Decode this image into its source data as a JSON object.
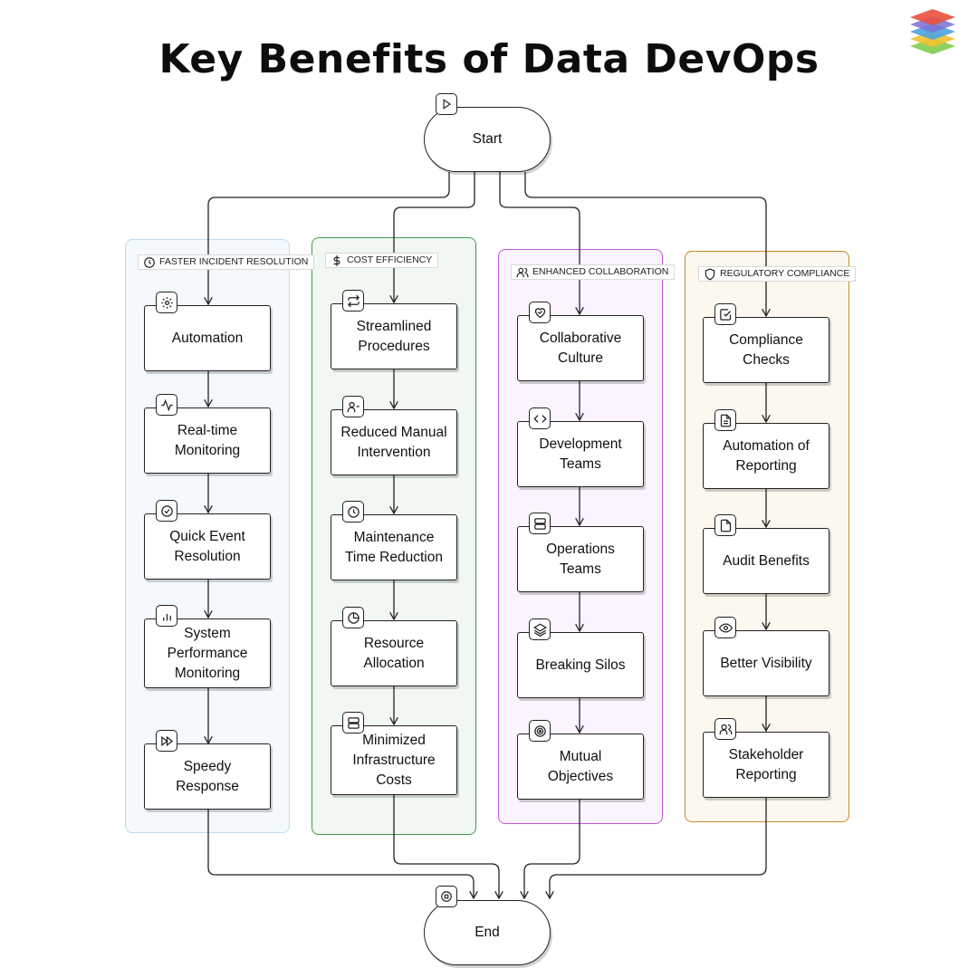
{
  "title": "Key Benefits of Data DevOps",
  "start_label": "Start",
  "end_label": "End",
  "colors": {
    "faster": "#bcdcec",
    "faster_bg": "#f3f9fc",
    "cost": "#3f9a4f",
    "cost_bg": "#f1f8f1",
    "collab": "#c157d6",
    "collab_bg": "#fbf3fd",
    "regulatory": "#c98a2a",
    "regulatory_bg": "#fcf8ef"
  },
  "groups": [
    {
      "label": "FASTER INCIDENT RESOLUTION",
      "icon": "clock-icon",
      "nodes": [
        {
          "label": "Automation",
          "icon": "gear-icon"
        },
        {
          "label": "Real-time Monitoring",
          "icon": "activity-icon"
        },
        {
          "label": "Quick Event Resolution",
          "icon": "check-circle-icon"
        },
        {
          "label": "System Performance Monitoring",
          "icon": "bar-chart-icon"
        },
        {
          "label": "Speedy Response",
          "icon": "fast-forward-icon"
        }
      ]
    },
    {
      "label": "COST EFFICIENCY",
      "icon": "dollar-icon",
      "nodes": [
        {
          "label": "Streamlined Procedures",
          "icon": "repeat-icon"
        },
        {
          "label": "Reduced Manual Intervention",
          "icon": "user-minus-icon"
        },
        {
          "label": "Maintenance Time Reduction",
          "icon": "clock-icon"
        },
        {
          "label": "Resource Allocation",
          "icon": "pie-chart-icon"
        },
        {
          "label": "Minimized Infrastructure Costs",
          "icon": "server-icon"
        }
      ]
    },
    {
      "label": "ENHANCED COLLABORATION",
      "icon": "users-icon",
      "nodes": [
        {
          "label": "Collaborative Culture",
          "icon": "heart-handshake-icon"
        },
        {
          "label": "Development Teams",
          "icon": "code-icon"
        },
        {
          "label": "Operations Teams",
          "icon": "server-icon"
        },
        {
          "label": "Breaking Silos",
          "icon": "layers-icon"
        },
        {
          "label": "Mutual Objectives",
          "icon": "target-icon"
        }
      ]
    },
    {
      "label": "REGULATORY COMPLIANCE",
      "icon": "shield-icon",
      "nodes": [
        {
          "label": "Compliance Checks",
          "icon": "check-square-icon"
        },
        {
          "label": "Automation of Reporting",
          "icon": "file-text-icon"
        },
        {
          "label": "Audit Benefits",
          "icon": "file-icon"
        },
        {
          "label": "Better Visibility",
          "icon": "eye-icon"
        },
        {
          "label": "Stakeholder Reporting",
          "icon": "users-icon"
        }
      ]
    }
  ]
}
